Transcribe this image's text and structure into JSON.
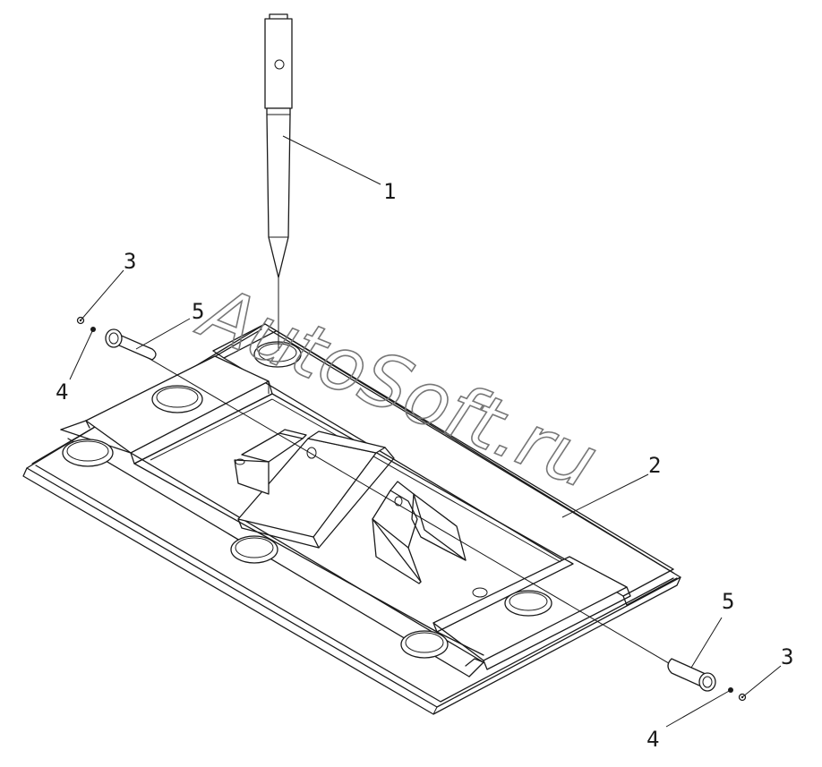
{
  "callouts": {
    "c1": "1",
    "c2": "2",
    "c3_left": "3",
    "c4_left": "4",
    "c5_left": "5",
    "c5_right": "5",
    "c3_right": "3",
    "c4_right": "4"
  },
  "watermark": "AutoSoft.ru",
  "colors": {
    "line": "#1a1a1a",
    "watermark": "#777777",
    "background": "#ffffff"
  }
}
